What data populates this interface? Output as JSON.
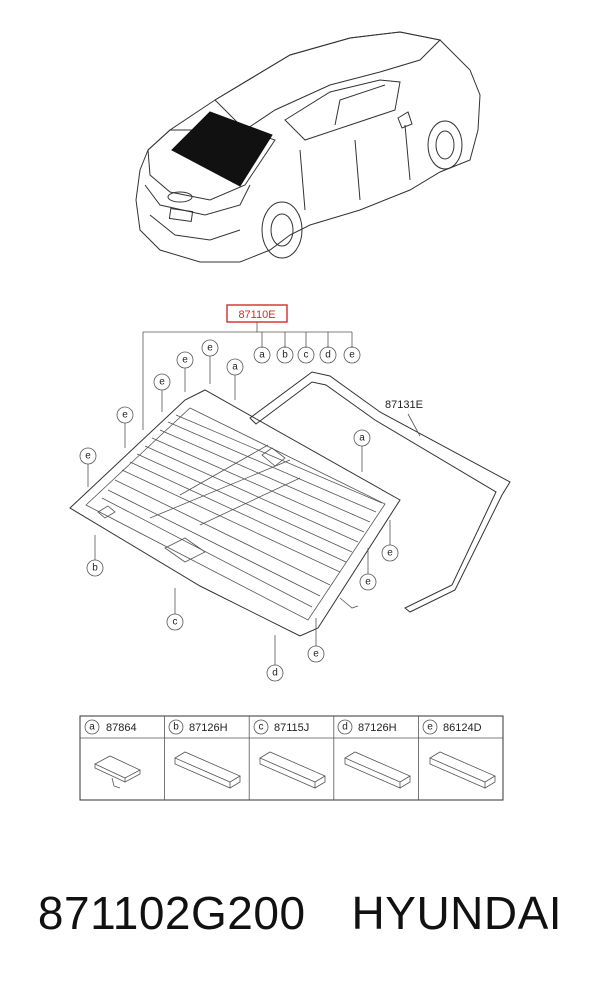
{
  "diagram": {
    "main_part": "87110E",
    "moulding_part": "87131E",
    "callouts": [
      "a",
      "b",
      "c",
      "d",
      "e"
    ],
    "parts_table": [
      {
        "letter": "a",
        "part": "87864"
      },
      {
        "letter": "b",
        "part": "87126H"
      },
      {
        "letter": "c",
        "part": "87115J"
      },
      {
        "letter": "d",
        "part": "87126H"
      },
      {
        "letter": "e",
        "part": "86124D"
      }
    ],
    "colors": {
      "highlight": "#d42a2a",
      "line": "#333333",
      "glass_fill": "#111111"
    }
  },
  "footer": {
    "part_number": "871102G200",
    "brand": "HYUNDAI"
  }
}
